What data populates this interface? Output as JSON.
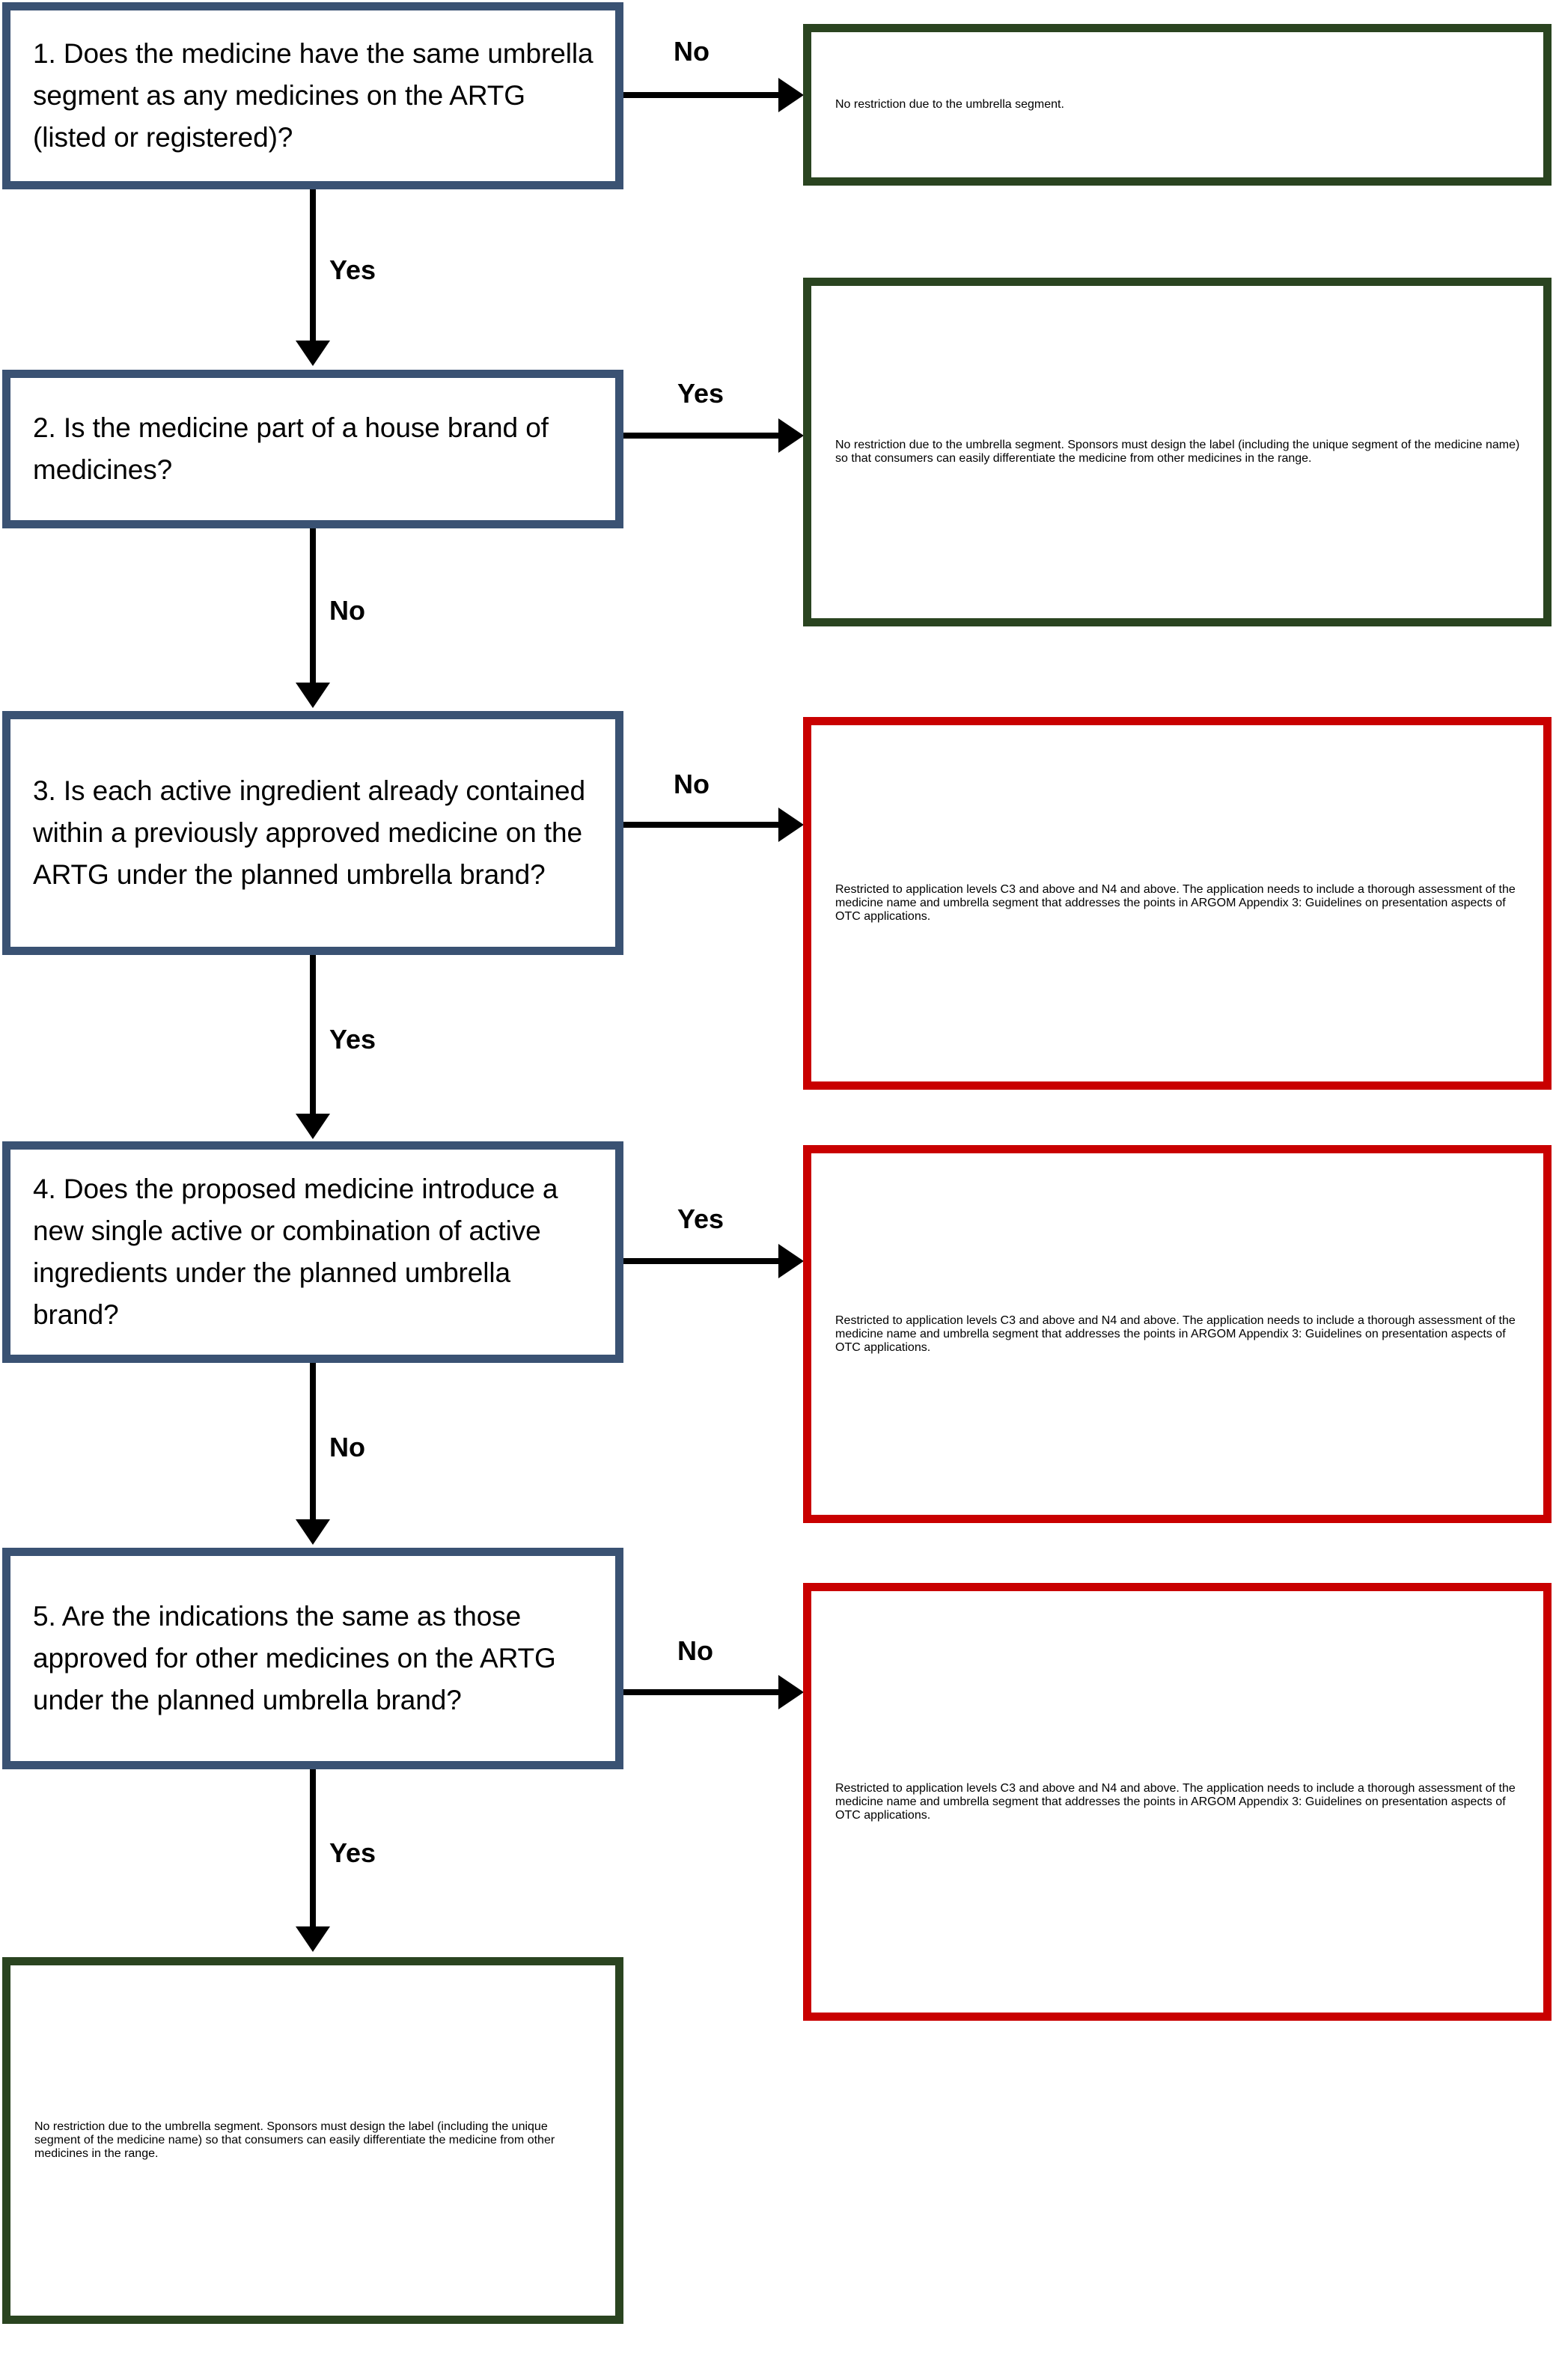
{
  "diagram": {
    "title": "Umbrella segment decision flowchart",
    "colors": {
      "question_border": "#3A5273",
      "no_restriction_border": "#2A4420",
      "restricted_border": "#C90000",
      "connector": "#000000",
      "background": "#FFFFFF"
    },
    "questions": [
      {
        "id": "q1",
        "text": "1. Does the medicine have the same umbrella segment as any medicines on the ARTG (listed or registered)?"
      },
      {
        "id": "q2",
        "text": "2. Is the medicine part of a house brand of medicines?"
      },
      {
        "id": "q3",
        "text": "3. Is each active ingredient already contained within a previously approved medicine on the ARTG under the planned umbrella brand?"
      },
      {
        "id": "q4",
        "text": "4. Does the proposed medicine introduce a new single active or combination of active ingredients under the planned umbrella brand?"
      },
      {
        "id": "q5",
        "text": "5. Are the indications the same as those approved for other medicines on the ARTG under the planned umbrella brand?"
      }
    ],
    "outcomes": [
      {
        "id": "o1",
        "kind": "no-restriction",
        "text": "No restriction due to the umbrella segment."
      },
      {
        "id": "o2",
        "kind": "no-restriction",
        "text": "No restriction due to the umbrella segment.\n\nSponsors must design the label (including the unique segment of the medicine name) so that consumers can easily differentiate the medicine from other medicines in the range."
      },
      {
        "id": "o3",
        "kind": "restricted",
        "text": "Restricted to application levels C3 and above and N4 and above. The application needs to include a thorough assessment of the medicine name and umbrella segment that addresses the points in ARGOM Appendix 3: Guidelines on presentation aspects of OTC applications."
      },
      {
        "id": "o4",
        "kind": "restricted",
        "text": "Restricted to application levels C3 and above and N4 and above. The application needs to include a thorough assessment of the medicine name and umbrella segment that addresses the points in ARGOM Appendix 3: Guidelines on presentation aspects of OTC applications."
      },
      {
        "id": "o5",
        "kind": "restricted",
        "text": "Restricted to application levels C3 and above and N4 and above. The application needs to include a thorough assessment of the medicine name and umbrella segment that addresses the points in ARGOM Appendix 3: Guidelines on presentation aspects of OTC applications."
      },
      {
        "id": "o6",
        "kind": "no-restriction",
        "text": "No restriction due to the umbrella segment.\nSponsors must design the label (including the unique segment of the medicine name) so that consumers can easily differentiate the medicine from other medicines in the range."
      }
    ],
    "edge_labels": {
      "q1_branch": "No",
      "q1_down": "Yes",
      "q2_branch": "Yes",
      "q2_down": "No",
      "q3_branch": "No",
      "q3_down": "Yes",
      "q4_branch": "Yes",
      "q4_down": "No",
      "q5_branch": "No",
      "q5_down": "Yes"
    }
  }
}
